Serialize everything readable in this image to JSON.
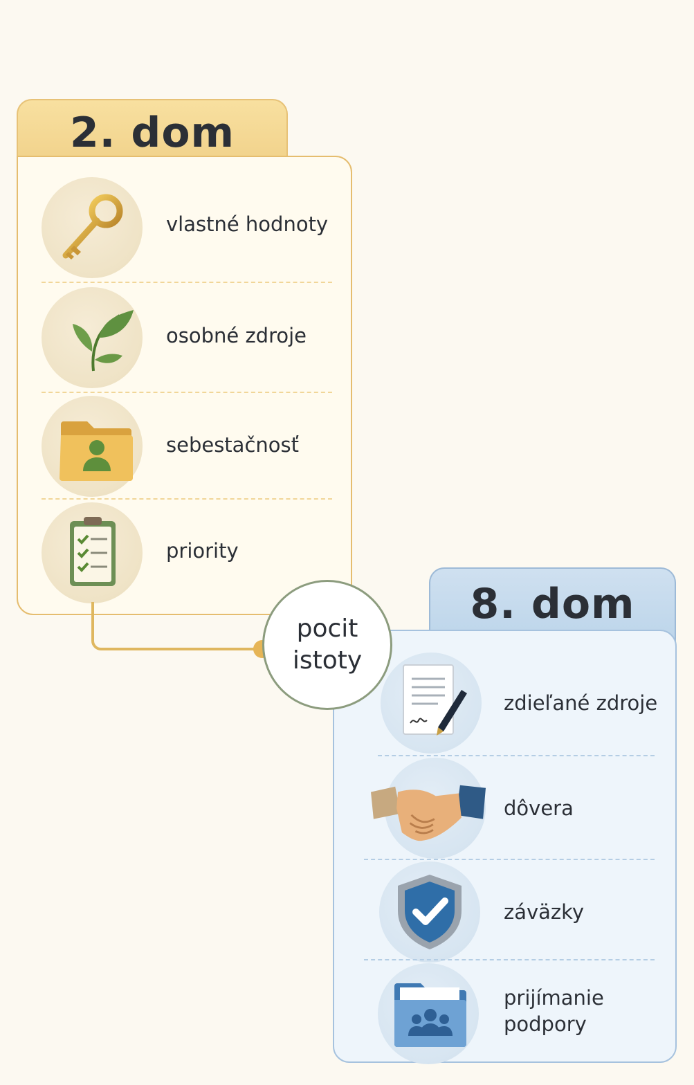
{
  "house2": {
    "title": "2. dom",
    "items": [
      {
        "label": "vlastné hodnoty",
        "icon": "key-icon"
      },
      {
        "label": "osobné zdroje",
        "icon": "leaf-sprout-icon"
      },
      {
        "label": "sebestačnosť",
        "icon": "folder-person-icon"
      },
      {
        "label": "priority",
        "icon": "checklist-clipboard-icon"
      }
    ],
    "color": "#e5bd6f"
  },
  "house8": {
    "title": "8. dom",
    "items": [
      {
        "label": "zdieľané zdroje",
        "icon": "signed-document-icon"
      },
      {
        "label": "dôvera",
        "icon": "handshake-icon"
      },
      {
        "label": "záväzky",
        "icon": "shield-check-icon"
      },
      {
        "label": "prijímanie podpory",
        "icon": "folder-group-icon"
      }
    ],
    "color": "#a6c2de"
  },
  "center": {
    "label": "pocit istoty",
    "border_color": "#8c9c7e"
  }
}
